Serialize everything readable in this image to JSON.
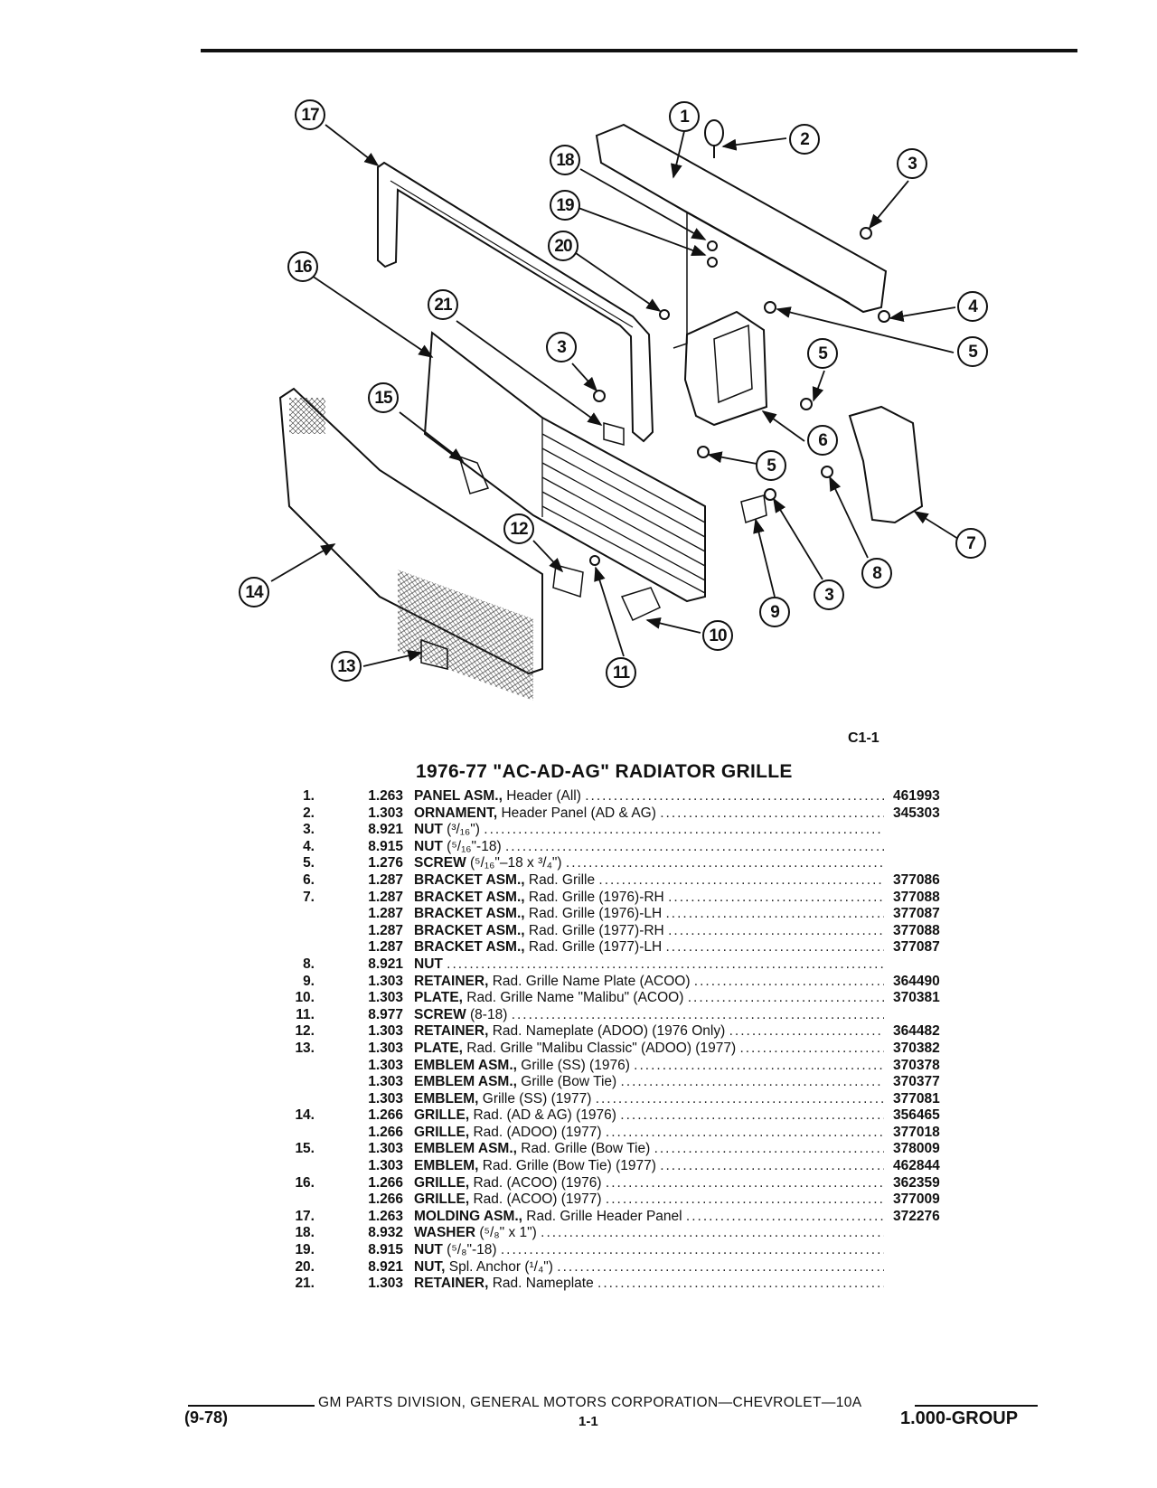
{
  "figure_code": "C1-1",
  "title": "1976-77 \"AC-AD-AG\" RADIATOR GRILLE",
  "callouts": [
    "17",
    "1",
    "2",
    "18",
    "3",
    "19",
    "20",
    "16",
    "21",
    "4",
    "5",
    "3",
    "5",
    "15",
    "6",
    "5",
    "7",
    "12",
    "8",
    "3",
    "9",
    "14",
    "10",
    "11",
    "13"
  ],
  "parts": [
    {
      "no": "1.",
      "code": "1.263",
      "name": "PANEL ASM.,",
      "desc": "Header (All)",
      "pn": "461993"
    },
    {
      "no": "2.",
      "code": "1.303",
      "name": "ORNAMENT,",
      "desc": "Header Panel (AD & AG)",
      "pn": "345303"
    },
    {
      "no": "3.",
      "code": "8.921",
      "name": "NUT",
      "desc": "(³/₁₆\")",
      "pn": ""
    },
    {
      "no": "4.",
      "code": "8.915",
      "name": "NUT",
      "desc": "(⁵/₁₆\"-18)",
      "pn": ""
    },
    {
      "no": "5.",
      "code": "1.276",
      "name": "SCREW",
      "desc": "(⁵/₁₆\"–18 x ³/₄\")",
      "pn": ""
    },
    {
      "no": "6.",
      "code": "1.287",
      "name": "BRACKET ASM.,",
      "desc": "Rad. Grille",
      "pn": "377086"
    },
    {
      "no": "7.",
      "code": "1.287",
      "name": "BRACKET ASM.,",
      "desc": "Rad. Grille (1976)-RH",
      "pn": "377088"
    },
    {
      "no": "",
      "code": "1.287",
      "name": "BRACKET ASM.,",
      "desc": "Rad. Grille (1976)-LH",
      "pn": "377087"
    },
    {
      "no": "",
      "code": "1.287",
      "name": "BRACKET ASM.,",
      "desc": "Rad. Grille (1977)-RH",
      "pn": "377088"
    },
    {
      "no": "",
      "code": "1.287",
      "name": "BRACKET ASM.,",
      "desc": "Rad. Grille (1977)-LH",
      "pn": "377087"
    },
    {
      "no": "8.",
      "code": "8.921",
      "name": "NUT",
      "desc": "",
      "pn": ""
    },
    {
      "no": "9.",
      "code": "1.303",
      "name": "RETAINER,",
      "desc": "Rad. Grille Name Plate (ACOO)",
      "pn": "364490"
    },
    {
      "no": "10.",
      "code": "1.303",
      "name": "PLATE,",
      "desc": "Rad. Grille Name \"Malibu\" (ACOO)",
      "pn": "370381"
    },
    {
      "no": "11.",
      "code": "8.977",
      "name": "SCREW",
      "desc": "(8-18)",
      "pn": ""
    },
    {
      "no": "12.",
      "code": "1.303",
      "name": "RETAINER,",
      "desc": "Rad. Nameplate (ADOO) (1976 Only)",
      "pn": "364482"
    },
    {
      "no": "13.",
      "code": "1.303",
      "name": "PLATE,",
      "desc": "Rad. Grille \"Malibu Classic\" (ADOO) (1977)",
      "pn": "370382"
    },
    {
      "no": "",
      "code": "1.303",
      "name": "EMBLEM ASM.,",
      "desc": "Grille (SS) (1976)",
      "pn": "370378"
    },
    {
      "no": "",
      "code": "1.303",
      "name": "EMBLEM ASM.,",
      "desc": "Grille (Bow Tie)",
      "pn": "370377"
    },
    {
      "no": "",
      "code": "1.303",
      "name": "EMBLEM,",
      "desc": "Grille (SS) (1977)",
      "pn": "377081"
    },
    {
      "no": "14.",
      "code": "1.266",
      "name": "GRILLE,",
      "desc": "Rad. (AD & AG) (1976)",
      "pn": "356465"
    },
    {
      "no": "",
      "code": "1.266",
      "name": "GRILLE,",
      "desc": "Rad. (ADOO) (1977)",
      "pn": "377018"
    },
    {
      "no": "15.",
      "code": "1.303",
      "name": "EMBLEM ASM.,",
      "desc": "Rad. Grille (Bow Tie)",
      "pn": "378009"
    },
    {
      "no": "",
      "code": "1.303",
      "name": "EMBLEM,",
      "desc": "Rad. Grille (Bow Tie) (1977)",
      "pn": "462844"
    },
    {
      "no": "16.",
      "code": "1.266",
      "name": "GRILLE,",
      "desc": "Rad. (ACOO) (1976)",
      "pn": "362359"
    },
    {
      "no": "",
      "code": "1.266",
      "name": "GRILLE,",
      "desc": "Rad. (ACOO) (1977)",
      "pn": "377009"
    },
    {
      "no": "17.",
      "code": "1.263",
      "name": "MOLDING ASM.,",
      "desc": "Rad. Grille Header Panel",
      "pn": "372276"
    },
    {
      "no": "18.",
      "code": "8.932",
      "name": "WASHER",
      "desc": "(⁵/₈\" x 1\")",
      "pn": ""
    },
    {
      "no": "19.",
      "code": "8.915",
      "name": "NUT",
      "desc": "(⁵/₈\"-18)",
      "pn": ""
    },
    {
      "no": "20.",
      "code": "8.921",
      "name": "NUT,",
      "desc": "Spl. Anchor (¹/₄\")",
      "pn": ""
    },
    {
      "no": "21.",
      "code": "1.303",
      "name": "RETAINER,",
      "desc": "Rad. Nameplate",
      "pn": ""
    }
  ],
  "footer": {
    "line": "GM PARTS DIVISION, GENERAL MOTORS CORPORATION—CHEVROLET—10A",
    "left": "(9-78)",
    "center": "1-1",
    "right": "1.000-GROUP"
  }
}
